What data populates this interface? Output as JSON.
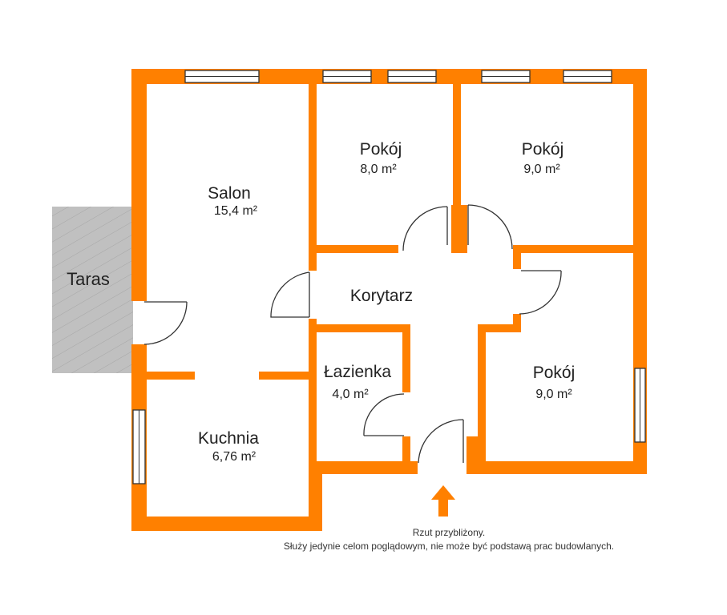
{
  "colors": {
    "wall": "#ff8000",
    "terrace_fill": "#c0c0c0",
    "terrace_hatch": "#a6a6a6",
    "line": "#333333",
    "arrow": "#ff8000"
  },
  "terrace": {
    "label": "Taras"
  },
  "rooms": {
    "salon": {
      "name": "Salon",
      "area": "15,4 m²"
    },
    "pokoj1": {
      "name": "Pokój",
      "area": "8,0 m²"
    },
    "pokoj2": {
      "name": "Pokój",
      "area": "9,0 m²"
    },
    "pokoj3": {
      "name": "Pokój",
      "area": "9,0 m²"
    },
    "korytarz": {
      "name": "Korytarz"
    },
    "lazienka": {
      "name": "Łazienka",
      "area": "4,0 m²"
    },
    "kuchnia": {
      "name": "Kuchnia",
      "area": "6,76 m²"
    }
  },
  "note": {
    "line1": "Rzut przybliżony.",
    "line2": "Służy jedynie celom poglądowym, nie może być podstawą prac budowlanych."
  },
  "icons": {
    "entrance": "arrow-up-icon"
  }
}
